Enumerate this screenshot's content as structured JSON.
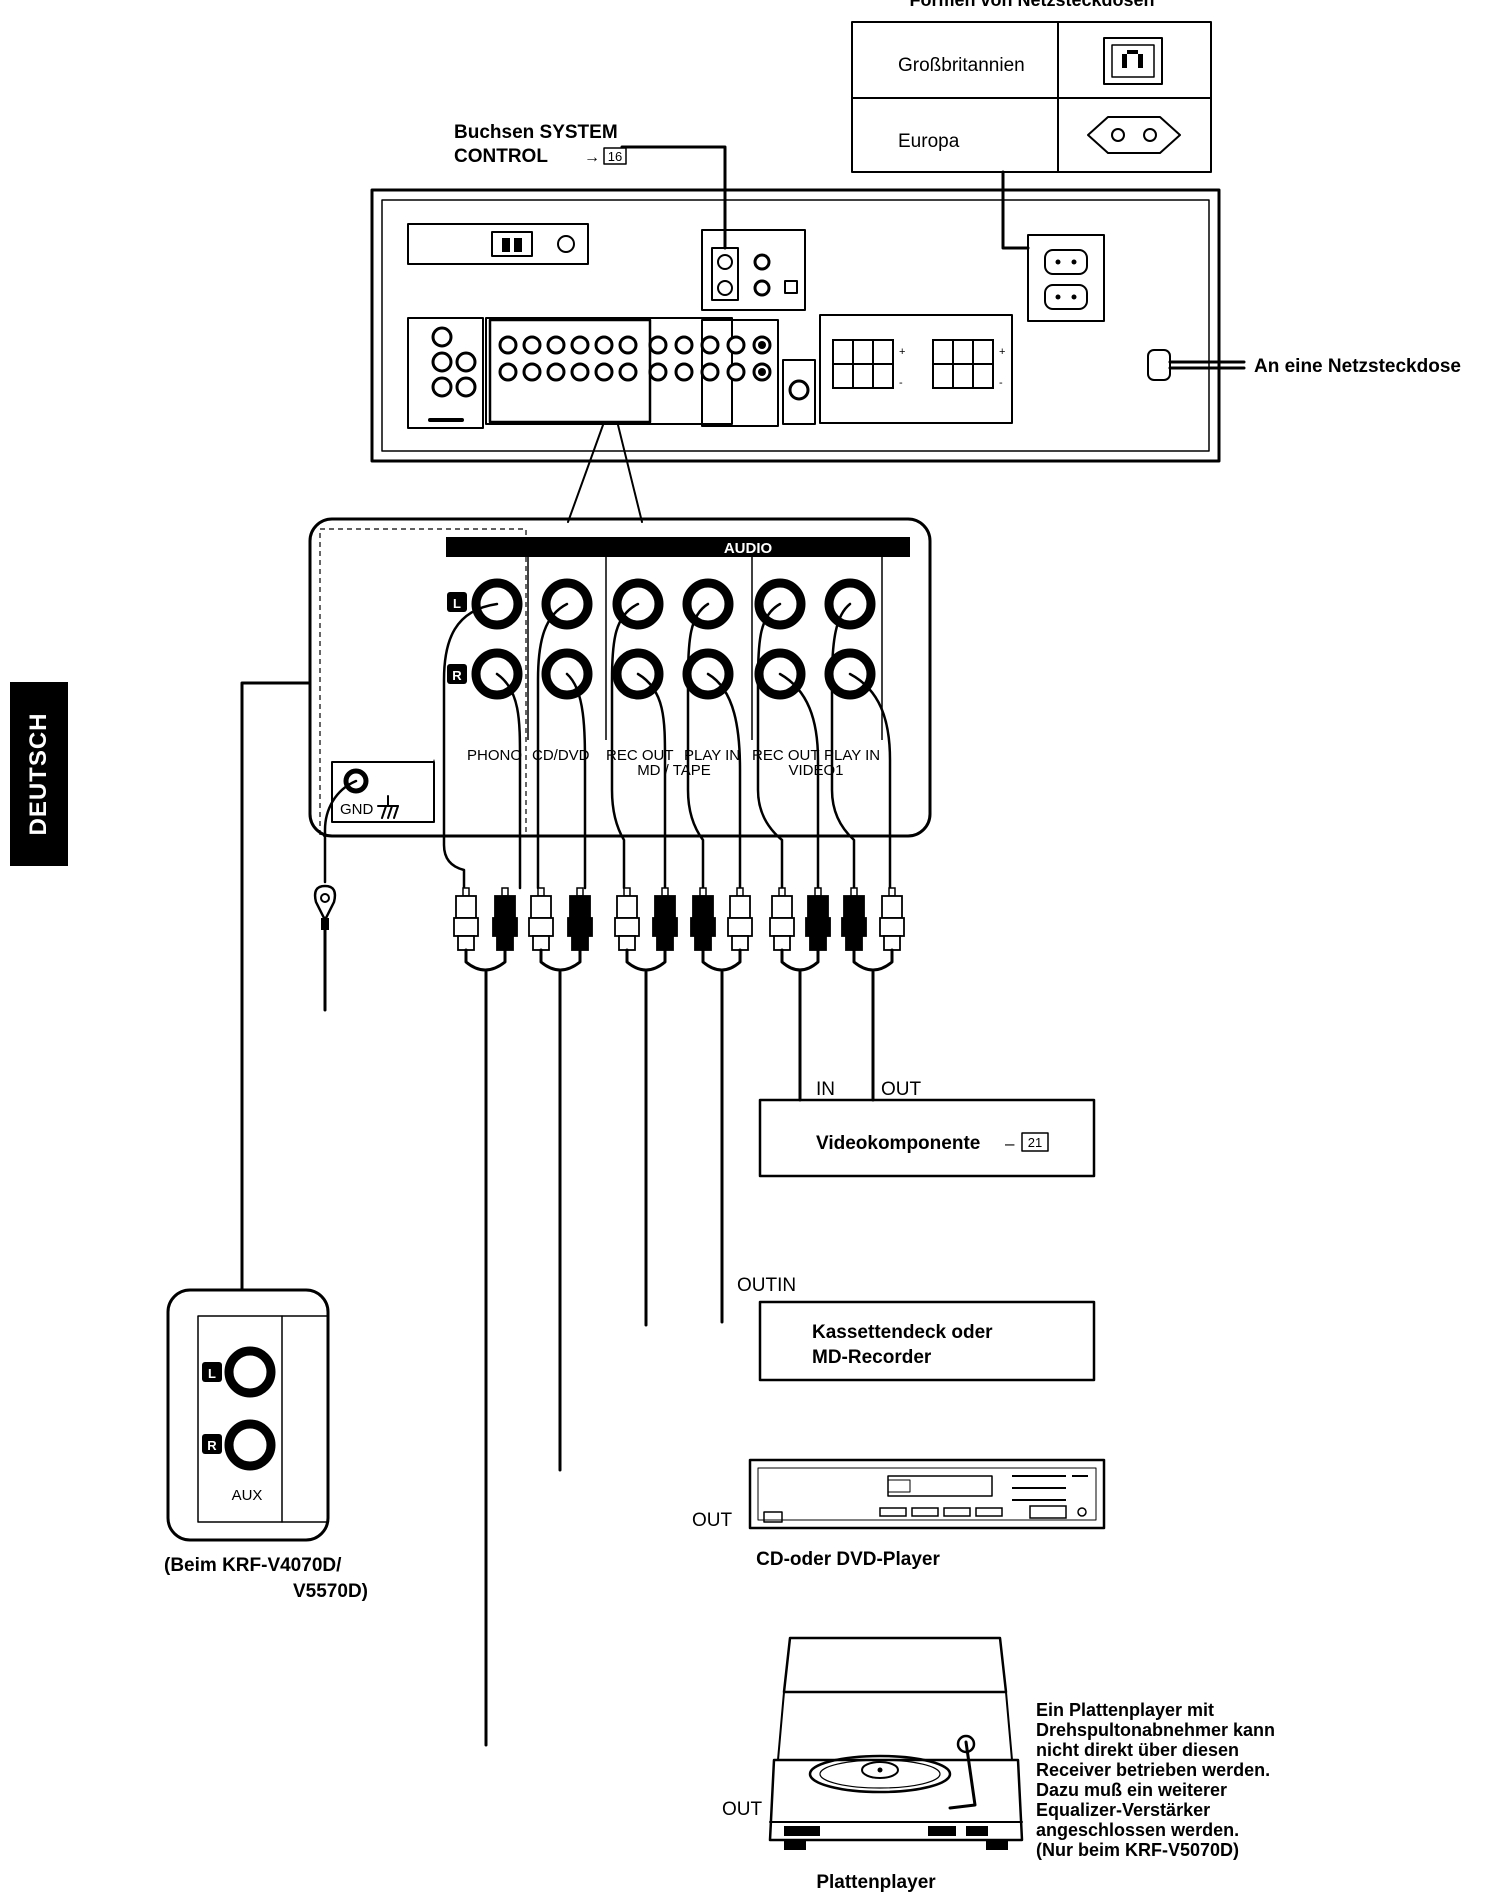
{
  "plug_table": {
    "title": "Formen von Netzsteckdosen",
    "rows": [
      {
        "label": "Großbritannien",
        "icon": "uk-plug-icon"
      },
      {
        "label": "Europa",
        "icon": "europe-plug-icon"
      }
    ]
  },
  "callouts": {
    "system_control_line1": "Buchsen SYSTEM",
    "system_control_line2": "CONTROL",
    "system_control_ref": "16",
    "mains_outlet": "An eine Netzsteckdose"
  },
  "panel": {
    "audio_header": "AUDIO",
    "jack_left": "L",
    "jack_right": "R",
    "gnd": "GND",
    "labels": [
      "PHONO",
      "CD/DVD",
      "REC OUT",
      "PLAY IN",
      "REC OUT",
      "PLAY IN"
    ],
    "group_md": "MD / TAPE",
    "group_video": "VIDEO1"
  },
  "components": {
    "video": {
      "label": "Videokomponente",
      "ref": "21",
      "in": "IN",
      "out": "OUT"
    },
    "cassette": {
      "line1": "Kassettendeck oder",
      "line2": "MD-Recorder",
      "io": "OUTIN"
    },
    "cd": {
      "label": "CD-oder DVD-Player",
      "out": "OUT"
    },
    "turntable": {
      "label": "Plattenplayer",
      "out": "OUT"
    }
  },
  "aux": {
    "label": "AUX",
    "jack_left": "L",
    "jack_right": "R",
    "note_line1": "(Beim KRF-V4070D/",
    "note_line2": "V5570D)"
  },
  "turntable_note": [
    "Ein Plattenplayer mit",
    "Drehspultonabnehmer kann",
    "nicht direkt über diesen",
    "Receiver betrieben werden.",
    "Dazu muß ein weiterer",
    "Equalizer-Verstärker",
    "angeschlossen werden.",
    "(Nur beim KRF-V5070D)"
  ],
  "side_tab": "DEUTSCH"
}
